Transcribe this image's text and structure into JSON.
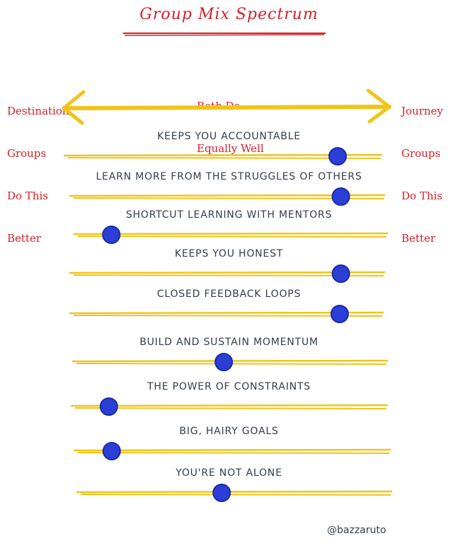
{
  "title": "Group Mix Spectrum",
  "left_label": [
    "Destination",
    "Groups",
    "Do This",
    "Better"
  ],
  "center_label": [
    "Both Do",
    "Equally Well"
  ],
  "right_label": [
    "Journey",
    "Groups",
    "Do This",
    "Better"
  ],
  "items": [
    {
      "label": "KEEPS YOU ACCOUNTABLE",
      "position": 0.86
    },
    {
      "label": "LEARN MORE FROM THE STRUGGLES OF OTHERS",
      "position": 0.86
    },
    {
      "label": "SHORTCUT LEARNING WITH MENTORS",
      "position": 0.12
    },
    {
      "label": "KEEPS YOU HONEST",
      "position": 0.86
    },
    {
      "label": "CLOSED FEEDBACK LOOPS",
      "position": 0.86
    },
    {
      "label": "BUILD AND SUSTAIN MOMENTUM",
      "position": 0.48
    },
    {
      "label": "THE POWER OF CONSTRAINTS",
      "position": 0.12
    },
    {
      "label": "BIG, HAIRY GOALS",
      "position": 0.12
    },
    {
      "label": "YOU'RE NOT ALONE",
      "position": 0.46
    }
  ],
  "credit": "@bazzaruto",
  "colors": {
    "red": "#d42027",
    "yellow": "#f0c419",
    "dot": "#2b3fd6",
    "dotStroke": "#1a2aa8",
    "text": "#333d4a"
  }
}
